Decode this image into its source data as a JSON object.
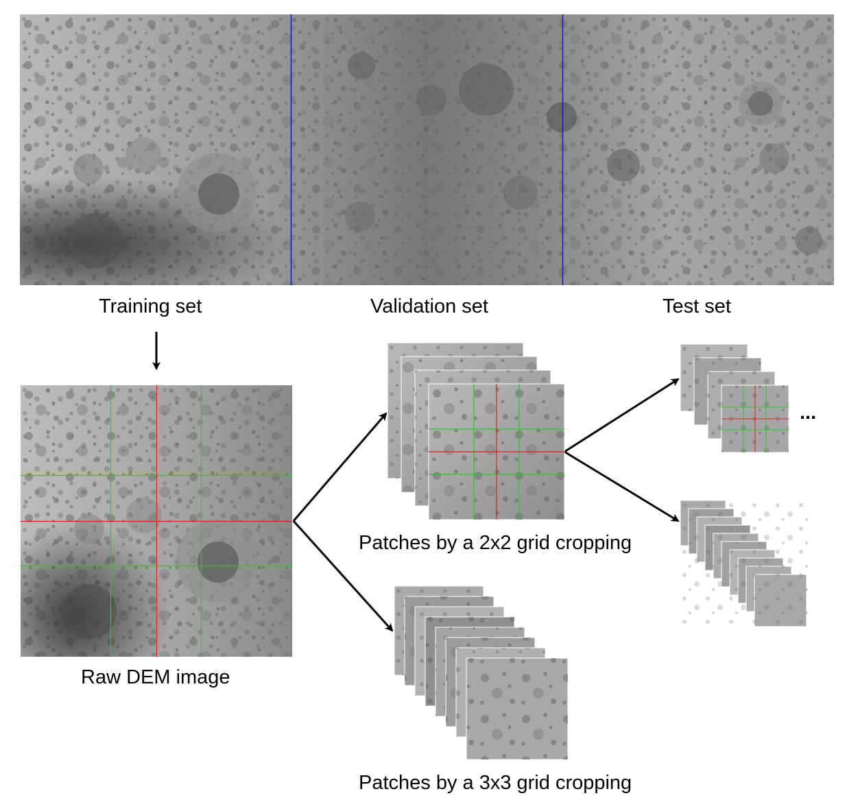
{
  "labels": {
    "training": "Training set",
    "validation": "Validation set",
    "test": "Test set",
    "raw": "Raw DEM image",
    "patches_2x2": "Patches by a 2x2 grid cropping",
    "patches_3x3": "Patches by a 3x3 grid cropping",
    "ellipsis": "..."
  },
  "colors": {
    "split_line": "#1a1aa8",
    "grid_green": "#22cc22",
    "grid_red": "#dd2222",
    "arrow": "#000000",
    "terrain_light": "#c9c9c9",
    "terrain_dark": "#5a5a5a"
  }
}
